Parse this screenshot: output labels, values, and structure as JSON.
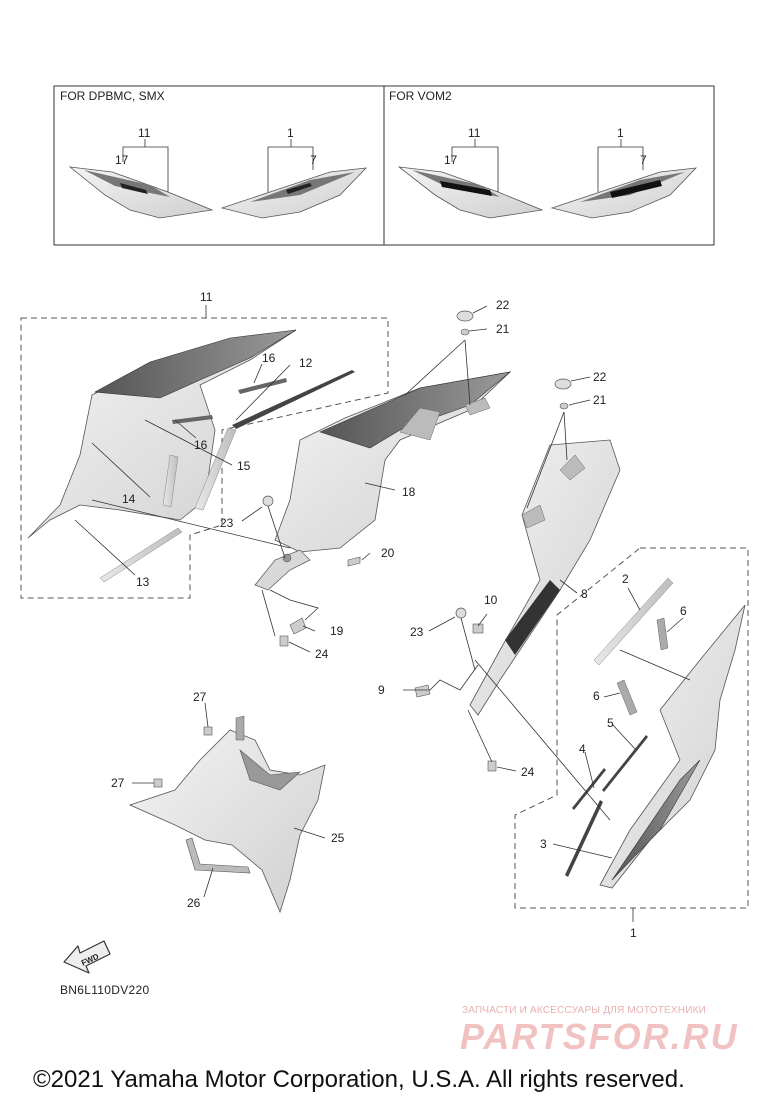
{
  "variant_boxes": [
    {
      "title": "FOR DPBMC, SMX",
      "labels": {
        "left_group": "11",
        "left_sub": "17",
        "right_group": "1",
        "right_sub": "7"
      }
    },
    {
      "title": "FOR VOM2",
      "labels": {
        "left_group": "11",
        "left_sub": "17",
        "right_group": "1",
        "right_sub": "7"
      }
    }
  ],
  "callouts": {
    "p1": "1",
    "p2": "2",
    "p3": "3",
    "p4": "4",
    "p5": "5",
    "p6a": "6",
    "p6b": "6",
    "p8": "8",
    "p9": "9",
    "p10": "10",
    "p11": "11",
    "p12": "12",
    "p13": "13",
    "p14": "14",
    "p15": "15",
    "p16a": "16",
    "p16b": "16",
    "p18": "18",
    "p19": "19",
    "p20": "20",
    "p21a": "21",
    "p21b": "21",
    "p22a": "22",
    "p22b": "22",
    "p23a": "23",
    "p23b": "23",
    "p24a": "24",
    "p24b": "24",
    "p25": "25",
    "p26": "26",
    "p27a": "27",
    "p27b": "27"
  },
  "fwd_label": "FWD",
  "diagram_code": "BN6L110DV220",
  "watermark": {
    "line1": "ЗАПЧАСТИ И АКСЕССУАРЫ ДЛЯ МОТОТЕХНИКИ",
    "line2": "PARTSFOR.RU"
  },
  "copyright": "©2021 Yamaha Motor Corporation, U.S.A. All rights reserved."
}
